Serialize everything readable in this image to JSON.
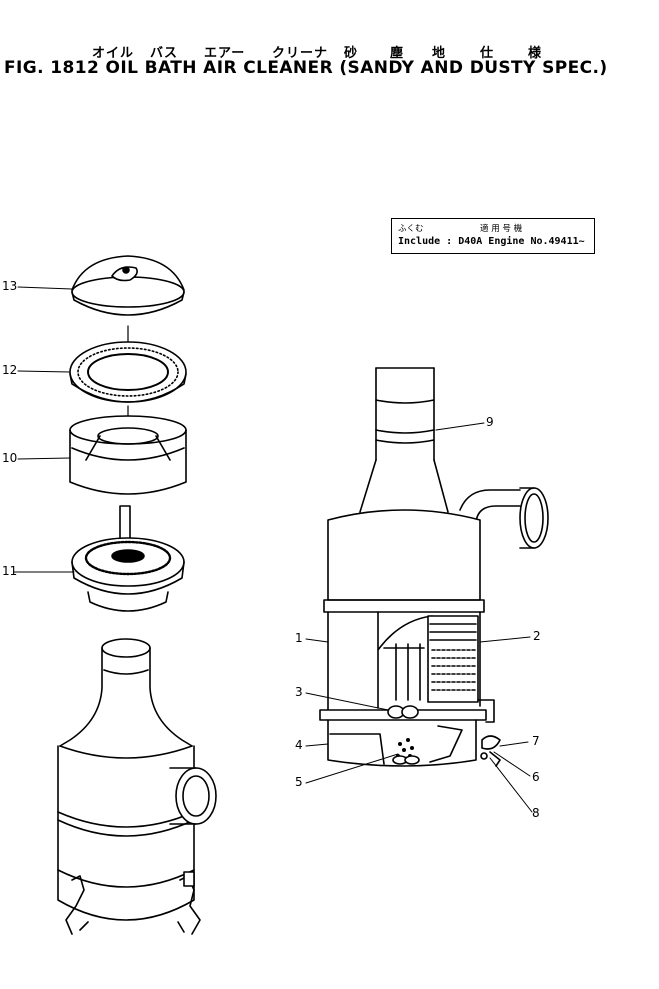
{
  "figure": {
    "title_jp": [
      "オイル",
      "バス",
      "エアー",
      "クリーナ",
      "砂",
      "塵",
      "地",
      "仕",
      "様"
    ],
    "title_en": "FIG. 1812  OIL BATH AIR CLEANER (SANDY AND DUSTY SPEC.)"
  },
  "applicability": {
    "jp_left": "ふくむ",
    "jp_right": "適 用 号 機",
    "text": "Include : D40A Engine No.49411~"
  },
  "callouts": [
    "13",
    "12",
    "10",
    "11",
    "9",
    "1",
    "2",
    "3",
    "4",
    "5",
    "7",
    "6",
    "8"
  ]
}
